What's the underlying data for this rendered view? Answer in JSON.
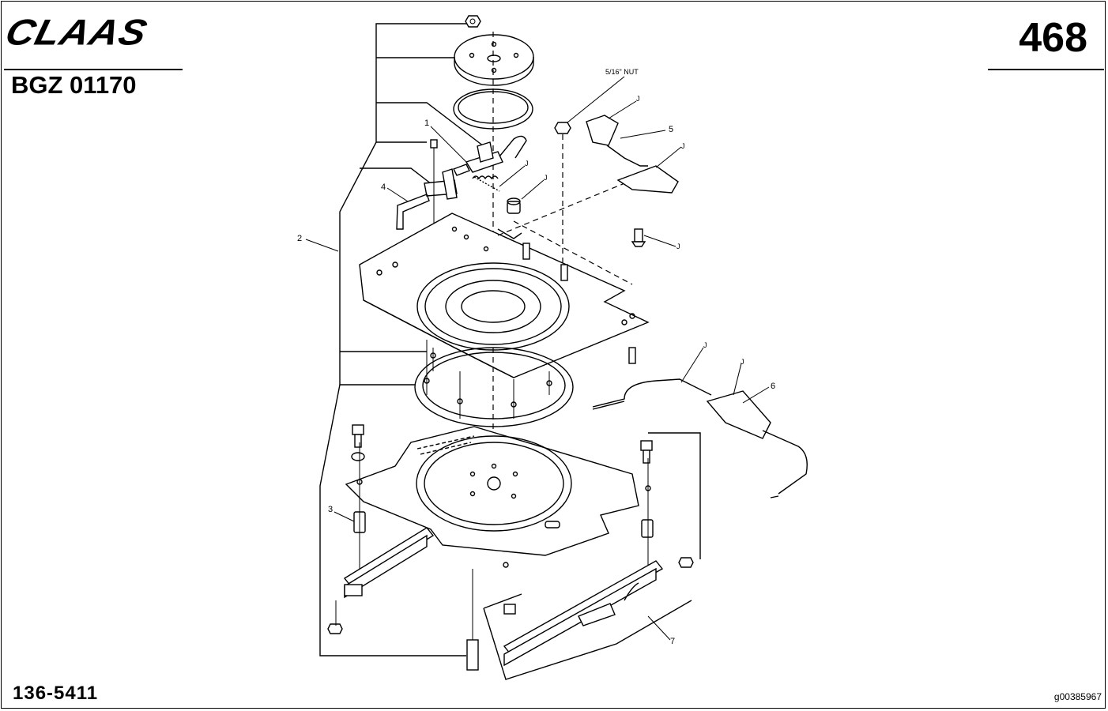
{
  "header": {
    "brand": "CLAAS",
    "code": "BGZ 01170",
    "page_number": "468"
  },
  "footer": {
    "part_number": "136-5411",
    "figure_id": "g00385967"
  },
  "callouts": {
    "item_1": "1",
    "item_2": "2",
    "item_3": "3",
    "item_4": "4",
    "item_5": "5",
    "item_6": "6",
    "item_7": "7",
    "nut_label": "5/16\" NUT",
    "j": "J"
  }
}
